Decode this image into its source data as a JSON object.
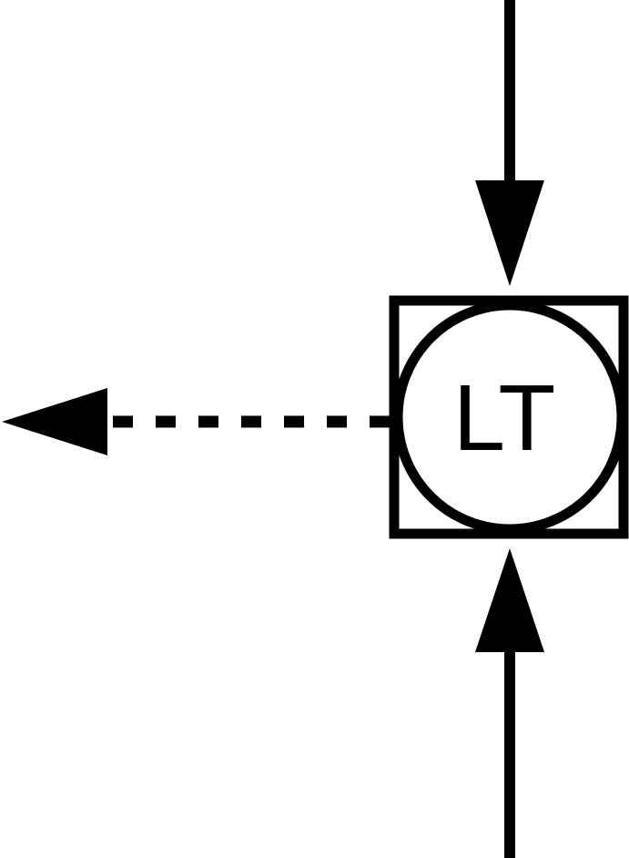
{
  "instrument": {
    "tag": "LT",
    "symbol": "circle-in-square",
    "stroke_color": "#000000",
    "fill_color": "#ffffff"
  },
  "connections": [
    {
      "id": "process-in-top",
      "style": "solid",
      "direction": "into-instrument"
    },
    {
      "id": "process-in-bottom",
      "style": "solid",
      "direction": "into-instrument"
    },
    {
      "id": "signal-out-left",
      "style": "dotted",
      "direction": "out-of-instrument"
    }
  ],
  "colors": {
    "line": "#000000",
    "background": "#ffffff"
  }
}
